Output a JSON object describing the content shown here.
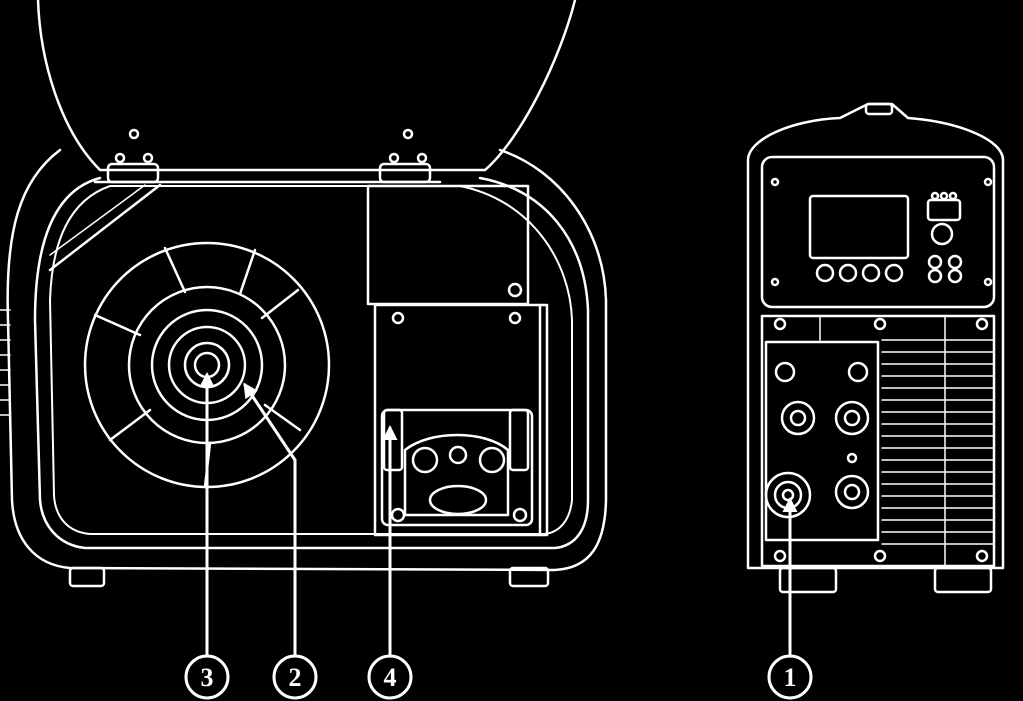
{
  "colors": {
    "background": "#000000",
    "line": "#ffffff"
  },
  "callouts": {
    "c1": {
      "label": "1",
      "target": "front-torch-connector"
    },
    "c2": {
      "label": "2",
      "target": "wire-spool"
    },
    "c3": {
      "label": "3",
      "target": "spool-hub"
    },
    "c4": {
      "label": "4",
      "target": "wire-feed-unit"
    }
  }
}
